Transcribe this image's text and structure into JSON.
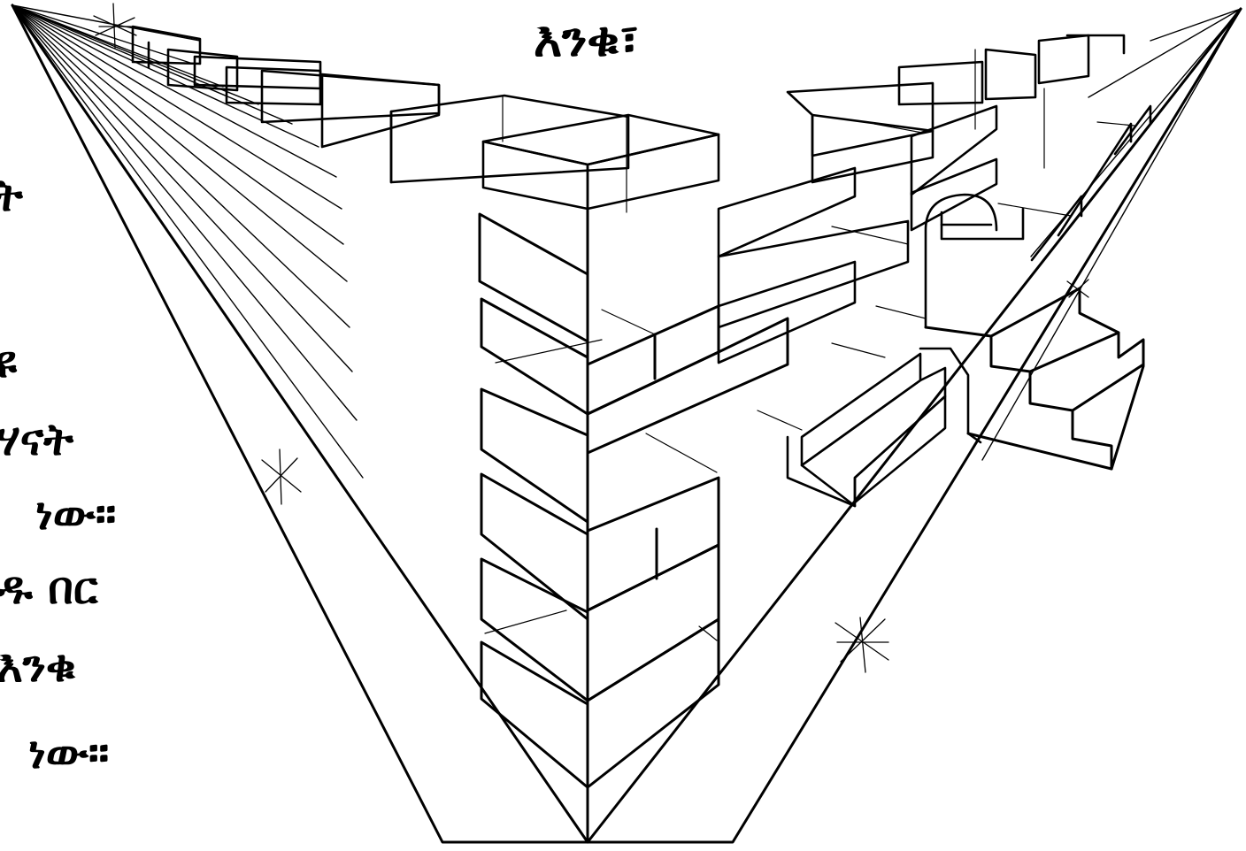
{
  "title": "እንቁ፣",
  "side_text": [
    "ት",
    "ዩ",
    "ሃናት",
    "ነው።",
    "ዱ  በር",
    "እንቁ",
    "ነው።"
  ],
  "colors": {
    "ink": "#000000",
    "paper": "#ffffff"
  }
}
